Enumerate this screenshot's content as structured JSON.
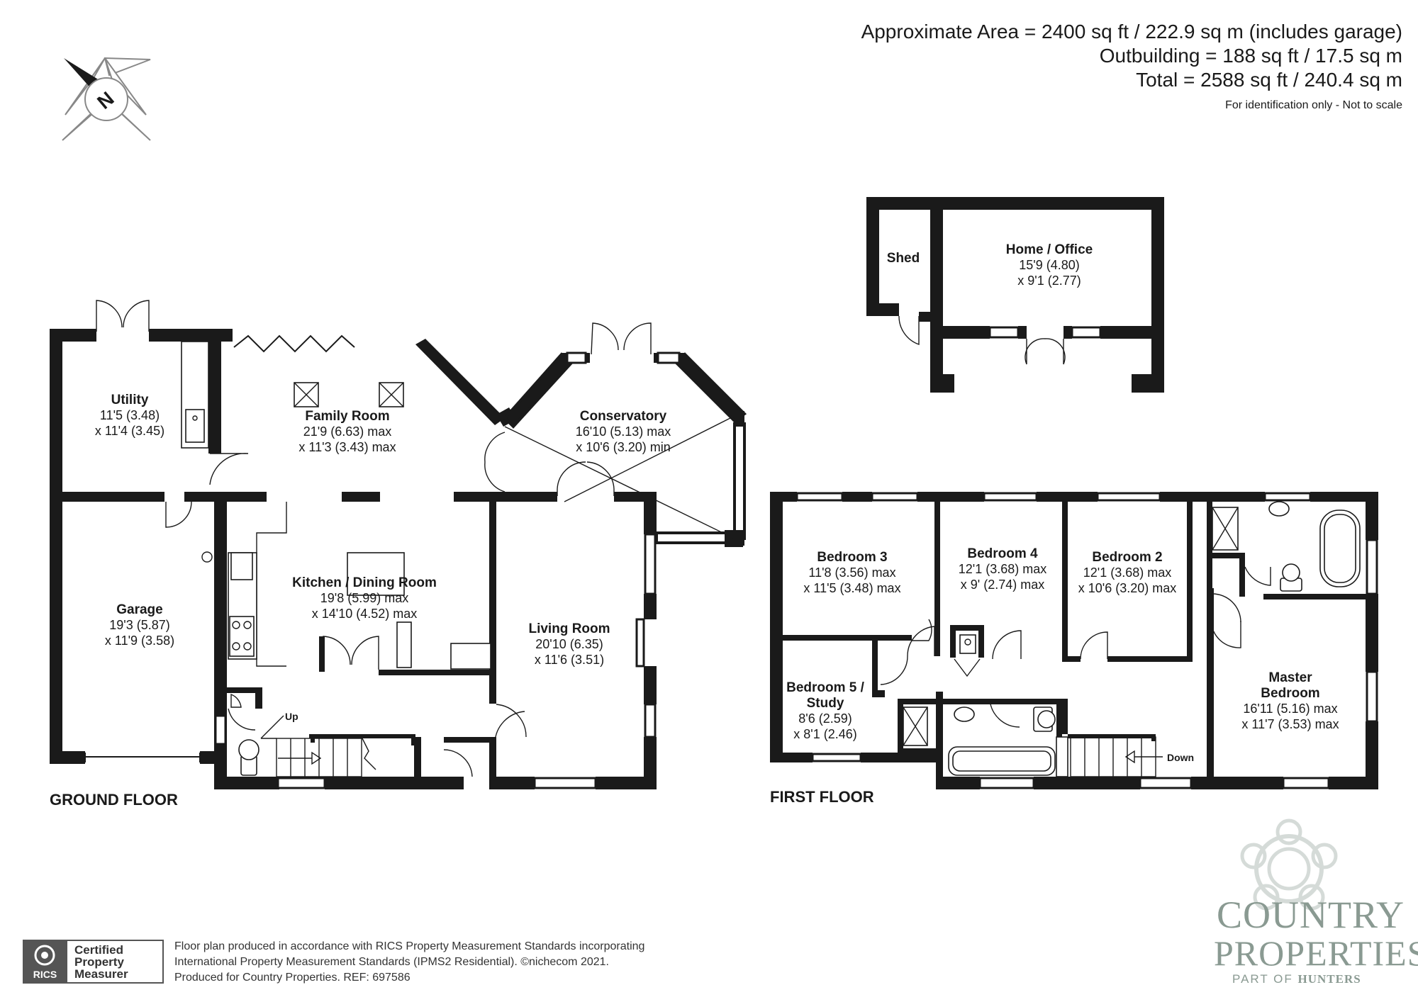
{
  "header": {
    "area_line1": "Approximate Area = 2400 sq ft / 222.9 sq m (includes garage)",
    "area_line2": "Outbuilding = 188 sq ft / 17.5 sq m",
    "area_line3": "Total = 2588 sq ft / 240.4 sq m",
    "identification_note": "For identification only - Not to scale"
  },
  "compass": {
    "label": "N"
  },
  "floors": {
    "ground": "GROUND FLOOR",
    "first": "FIRST FLOOR"
  },
  "rooms": {
    "utility": {
      "name": "Utility",
      "dim1": "11'5 (3.48)",
      "dim2": "x 11'4 (3.45)"
    },
    "family_room": {
      "name": "Family Room",
      "dim1": "21'9 (6.63) max",
      "dim2": "x 11'3 (3.43) max"
    },
    "conservatory": {
      "name": "Conservatory",
      "dim1": "16'10 (5.13) max",
      "dim2": "x 10'6 (3.20) min"
    },
    "garage": {
      "name": "Garage",
      "dim1": "19'3 (5.87)",
      "dim2": "x 11'9 (3.58)"
    },
    "kitchen": {
      "name": "Kitchen / Dining Room",
      "dim1": "19'8 (5.99) max",
      "dim2": "x 14'10 (4.52) max"
    },
    "living_room": {
      "name": "Living Room",
      "dim1": "20'10 (6.35)",
      "dim2": "x 11'6 (3.51)"
    },
    "shed": {
      "name": "Shed"
    },
    "home_office": {
      "name": "Home / Office",
      "dim1": "15'9 (4.80)",
      "dim2": "x 9'1 (2.77)"
    },
    "bedroom3": {
      "name": "Bedroom 3",
      "dim1": "11'8 (3.56) max",
      "dim2": "x 11'5 (3.48) max"
    },
    "bedroom4": {
      "name": "Bedroom 4",
      "dim1": "12'1 (3.68) max",
      "dim2": "x 9' (2.74) max"
    },
    "bedroom2": {
      "name": "Bedroom 2",
      "dim1": "12'1 (3.68) max",
      "dim2": "x 10'6 (3.20) max"
    },
    "bedroom5": {
      "name1": "Bedroom 5 /",
      "name2": "Study",
      "dim1": "8'6 (2.59)",
      "dim2": "x 8'1 (2.46)"
    },
    "master": {
      "name1": "Master",
      "name2": "Bedroom",
      "dim1": "16'11 (5.16) max",
      "dim2": "x 11'7 (3.53) max"
    }
  },
  "stairs": {
    "up": "Up",
    "down": "Down"
  },
  "footer": {
    "badge_org": "RICS",
    "badge_line1": "Certified",
    "badge_line2": "Property",
    "badge_line3": "Measurer",
    "note_line1": "Floor plan produced in accordance with RICS Property Measurement Standards incorporating",
    "note_line2": "International Property Measurement Standards (IPMS2 Residential).   ©nichecom 2021.",
    "note_line3": "Produced for Country Properties.   REF: 697586"
  },
  "brand": {
    "line1": "COUNTRY",
    "line2": "PROPERTIES",
    "line3_prefix": "PART OF",
    "line3_name": "HUNTERS"
  }
}
